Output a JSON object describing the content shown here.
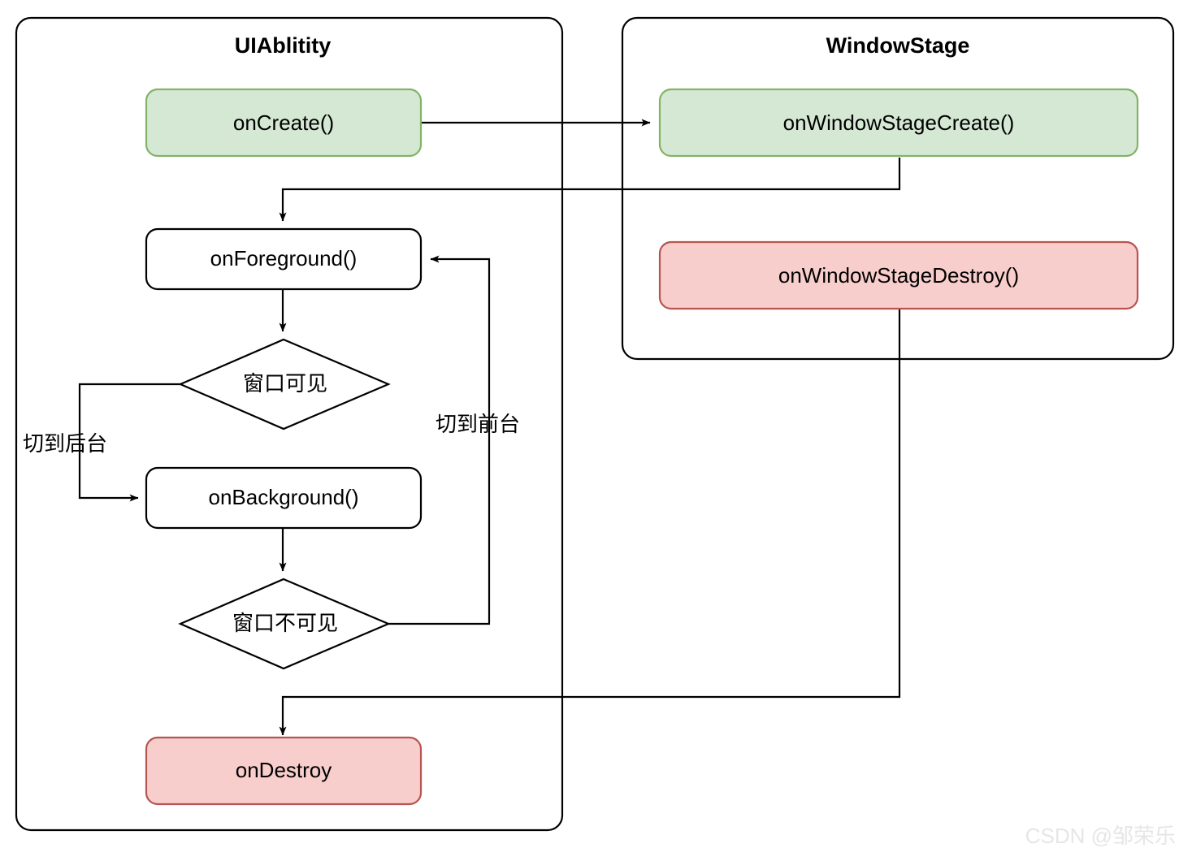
{
  "diagram": {
    "title_left": "UIAblitity",
    "title_right": "WindowStage",
    "panels": [
      {
        "id": "uiability",
        "label": "UIAblitity"
      },
      {
        "id": "windowstage",
        "label": "WindowStage"
      }
    ],
    "nodes": [
      {
        "id": "onCreate",
        "label": "onCreate()",
        "shape": "rounded-rect",
        "style": "green",
        "fill": "#d5e8d4",
        "stroke": "#82b366",
        "panel": "uiability"
      },
      {
        "id": "onForeground",
        "label": "onForeground()",
        "shape": "rounded-rect",
        "style": "plain",
        "fill": "#ffffff",
        "stroke": "#000000",
        "panel": "uiability"
      },
      {
        "id": "windowVisible",
        "label": "窗口可见",
        "shape": "diamond",
        "style": "plain",
        "fill": "#ffffff",
        "stroke": "#000000",
        "panel": "uiability"
      },
      {
        "id": "onBackground",
        "label": "onBackground()",
        "shape": "rounded-rect",
        "style": "plain",
        "fill": "#ffffff",
        "stroke": "#000000",
        "panel": "uiability"
      },
      {
        "id": "windowInvisible",
        "label": "窗口不可见",
        "shape": "diamond",
        "style": "plain",
        "fill": "#ffffff",
        "stroke": "#000000",
        "panel": "uiability"
      },
      {
        "id": "onDestroy",
        "label": "onDestroy",
        "shape": "rounded-rect",
        "style": "red",
        "fill": "#f8cecc",
        "stroke": "#b85450",
        "panel": "uiability"
      },
      {
        "id": "onWindowStageCreate",
        "label": "onWindowStageCreate()",
        "shape": "rounded-rect",
        "style": "green",
        "fill": "#d5e8d4",
        "stroke": "#82b366",
        "panel": "windowstage"
      },
      {
        "id": "onWindowStageDestroy",
        "label": "onWindowStageDestroy()",
        "shape": "rounded-rect",
        "style": "red",
        "fill": "#f8cecc",
        "stroke": "#b85450",
        "panel": "windowstage"
      }
    ],
    "edges": [
      {
        "id": "e1",
        "from": "onCreate",
        "to": "onWindowStageCreate",
        "label": ""
      },
      {
        "id": "e2",
        "from": "onWindowStageCreate",
        "to": "onForeground",
        "label": ""
      },
      {
        "id": "e3",
        "from": "onForeground",
        "to": "windowVisible",
        "label": ""
      },
      {
        "id": "e4",
        "from": "windowVisible",
        "to": "onBackground",
        "label": "切到后台"
      },
      {
        "id": "e5",
        "from": "onBackground",
        "to": "windowInvisible",
        "label": ""
      },
      {
        "id": "e6",
        "from": "windowInvisible",
        "to": "onForeground",
        "label": "切到前台"
      },
      {
        "id": "e7",
        "from": "onWindowStageDestroy",
        "to": "onDestroy",
        "label": ""
      }
    ],
    "edge_labels": [
      {
        "id": "label-to-background",
        "text": "切到后台"
      },
      {
        "id": "label-to-foreground",
        "text": "切到前台"
      }
    ]
  },
  "watermark": {
    "text": "CSDN @邹荣乐",
    "color": "#e6e6e6"
  }
}
